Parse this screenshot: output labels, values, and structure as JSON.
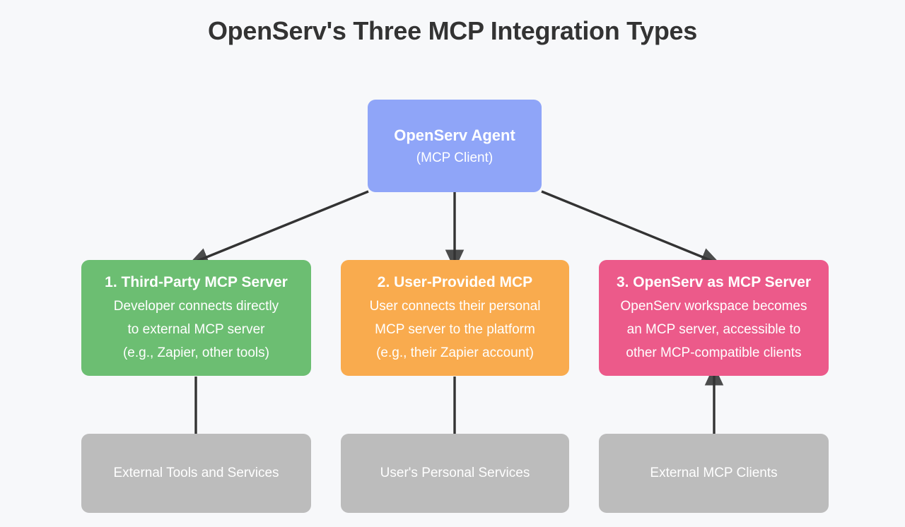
{
  "page": {
    "title": "OpenServ's Three MCP Integration Types",
    "background_color": "#f7f8fa",
    "title_color": "#333333"
  },
  "diagram": {
    "type": "flowchart",
    "direction": "top-down",
    "root": {
      "id": "openserv-agent",
      "title": "OpenServ Agent",
      "subtitle": "(MCP Client)",
      "color": "#8fa5f8"
    },
    "integration_types": [
      {
        "id": "third-party-mcp-server",
        "title": "1. Third-Party MCP Server",
        "lines": [
          "Developer connects directly",
          "to external MCP server",
          "(e.g., Zapier, other tools)"
        ],
        "color": "#6cbe72",
        "target": {
          "id": "external-tools-and-services",
          "label": "External Tools and Services",
          "color": "#bcbcbc"
        },
        "target_arrow_direction": "down"
      },
      {
        "id": "user-provided-mcp",
        "title": "2. User-Provided MCP",
        "lines": [
          "User connects their personal",
          "MCP server to the platform",
          "(e.g., their Zapier account)"
        ],
        "color": "#f9ab4e",
        "target": {
          "id": "users-personal-services",
          "label": "User's Personal Services",
          "color": "#bcbcbc"
        },
        "target_arrow_direction": "down"
      },
      {
        "id": "openserv-as-mcp-server",
        "title": "3. OpenServ as MCP Server",
        "lines": [
          "OpenServ workspace becomes",
          "an MCP server, accessible to",
          "other MCP-compatible clients"
        ],
        "color": "#ec5a8a",
        "target": {
          "id": "external-mcp-clients",
          "label": "External MCP Clients",
          "color": "#bcbcbc"
        },
        "target_arrow_direction": "up"
      }
    ],
    "edge_color": "#333333"
  }
}
